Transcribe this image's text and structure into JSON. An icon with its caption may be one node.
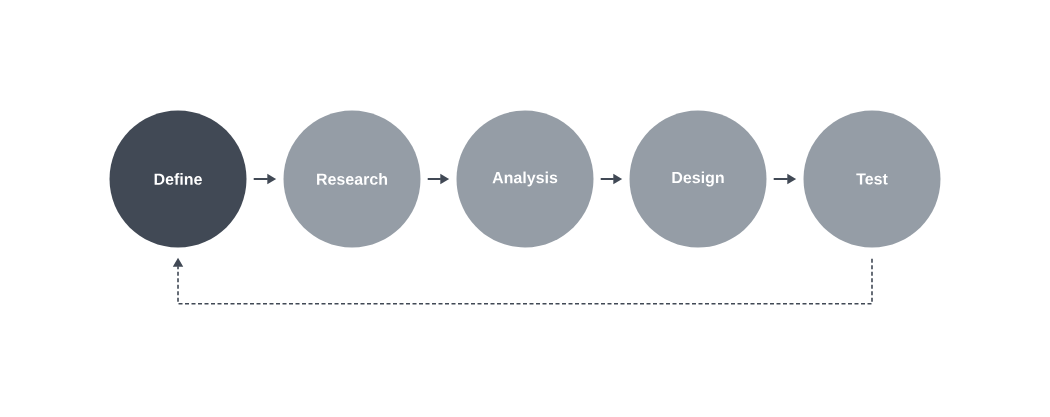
{
  "diagram": {
    "nodes": [
      {
        "text": [
          "Define"
        ]
      },
      {
        "text": [
          "Research"
        ]
      },
      {
        "text": [
          "Analysis"
        ]
      },
      {
        "text": [
          "Design"
        ]
      },
      {
        "text": [
          "Test"
        ]
      }
    ],
    "edges": [
      {
        "from": 0,
        "to": 1,
        "arrow": "to"
      },
      {
        "from": 1,
        "to": 2,
        "arrow": "to"
      },
      {
        "from": 2,
        "to": 3,
        "arrow": "to"
      },
      {
        "from": 3,
        "to": 4,
        "arrow": "to"
      },
      {
        "from": 4,
        "to": 0,
        "arrow": "to",
        "style": "dashed"
      }
    ]
  }
}
